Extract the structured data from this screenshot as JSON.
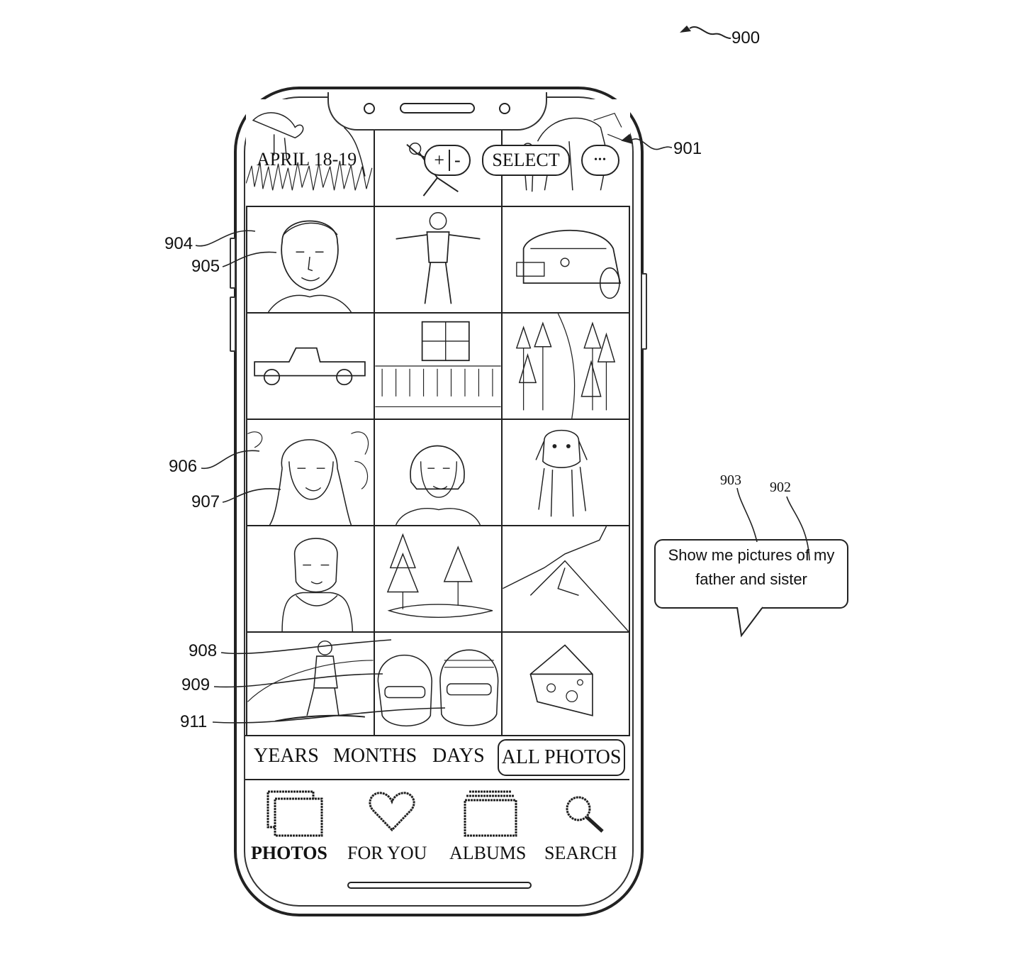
{
  "figure_number": "900",
  "refs": {
    "r901": "901",
    "r902": "902",
    "r903": "903",
    "r904": "904",
    "r905": "905",
    "r906": "906",
    "r907": "907",
    "r908": "908",
    "r909": "909",
    "r911": "911"
  },
  "header": {
    "date_label": "APRIL 18-19",
    "zoom_in": "+",
    "zoom_out": "-",
    "select_label": "SELECT",
    "more_label": "•••"
  },
  "view_tabs": [
    {
      "label": "YEARS"
    },
    {
      "label": "MONTHS"
    },
    {
      "label": "DAYS"
    },
    {
      "label": "ALL PHOTOS",
      "selected": true
    }
  ],
  "bottom_tabs": [
    {
      "label": "PHOTOS",
      "icon": "photos-icon",
      "active": true
    },
    {
      "label": "FOR YOU",
      "icon": "heart-icon"
    },
    {
      "label": "ALBUMS",
      "icon": "albums-icon"
    },
    {
      "label": "SEARCH",
      "icon": "search-icon"
    }
  ],
  "speech_bubble": {
    "line1": "Show me pictures of my",
    "line2": "father and sister"
  },
  "photos": [
    {
      "subject": "field-scene"
    },
    {
      "subject": "person-jumping"
    },
    {
      "subject": "horse-and-rider"
    },
    {
      "subject": "man-portrait"
    },
    {
      "subject": "boy-arms-out"
    },
    {
      "subject": "car-rear"
    },
    {
      "subject": "pickup-truck"
    },
    {
      "subject": "building-window"
    },
    {
      "subject": "pine-forest"
    },
    {
      "subject": "woman-long-hair"
    },
    {
      "subject": "woman-bob-hair"
    },
    {
      "subject": "puppy"
    },
    {
      "subject": "man-hoodie"
    },
    {
      "subject": "trees-lake"
    },
    {
      "subject": "mountains"
    },
    {
      "subject": "snowboarder"
    },
    {
      "subject": "two-skiers"
    },
    {
      "subject": "cheese"
    }
  ]
}
